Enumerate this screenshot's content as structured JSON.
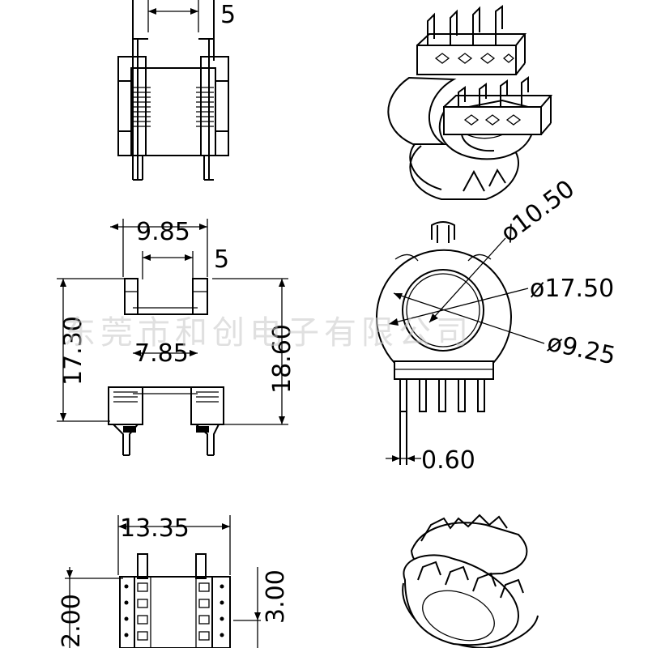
{
  "dimensions": {
    "top_gap": "5",
    "pitch_outer": "9.85",
    "pitch_inner": "5",
    "height_left": "17.30",
    "gap_mid": "7.85",
    "height_right": "18.60",
    "dia_inner": "ø10.50",
    "dia_outer": "ø17.50",
    "dia_hole": "ø9.25",
    "pin_dia": "0.60",
    "width_bottom": "13.35",
    "bottom_left": "2.00",
    "bottom_right": "3.00"
  },
  "watermark": "东莞市和创电子有限公司"
}
